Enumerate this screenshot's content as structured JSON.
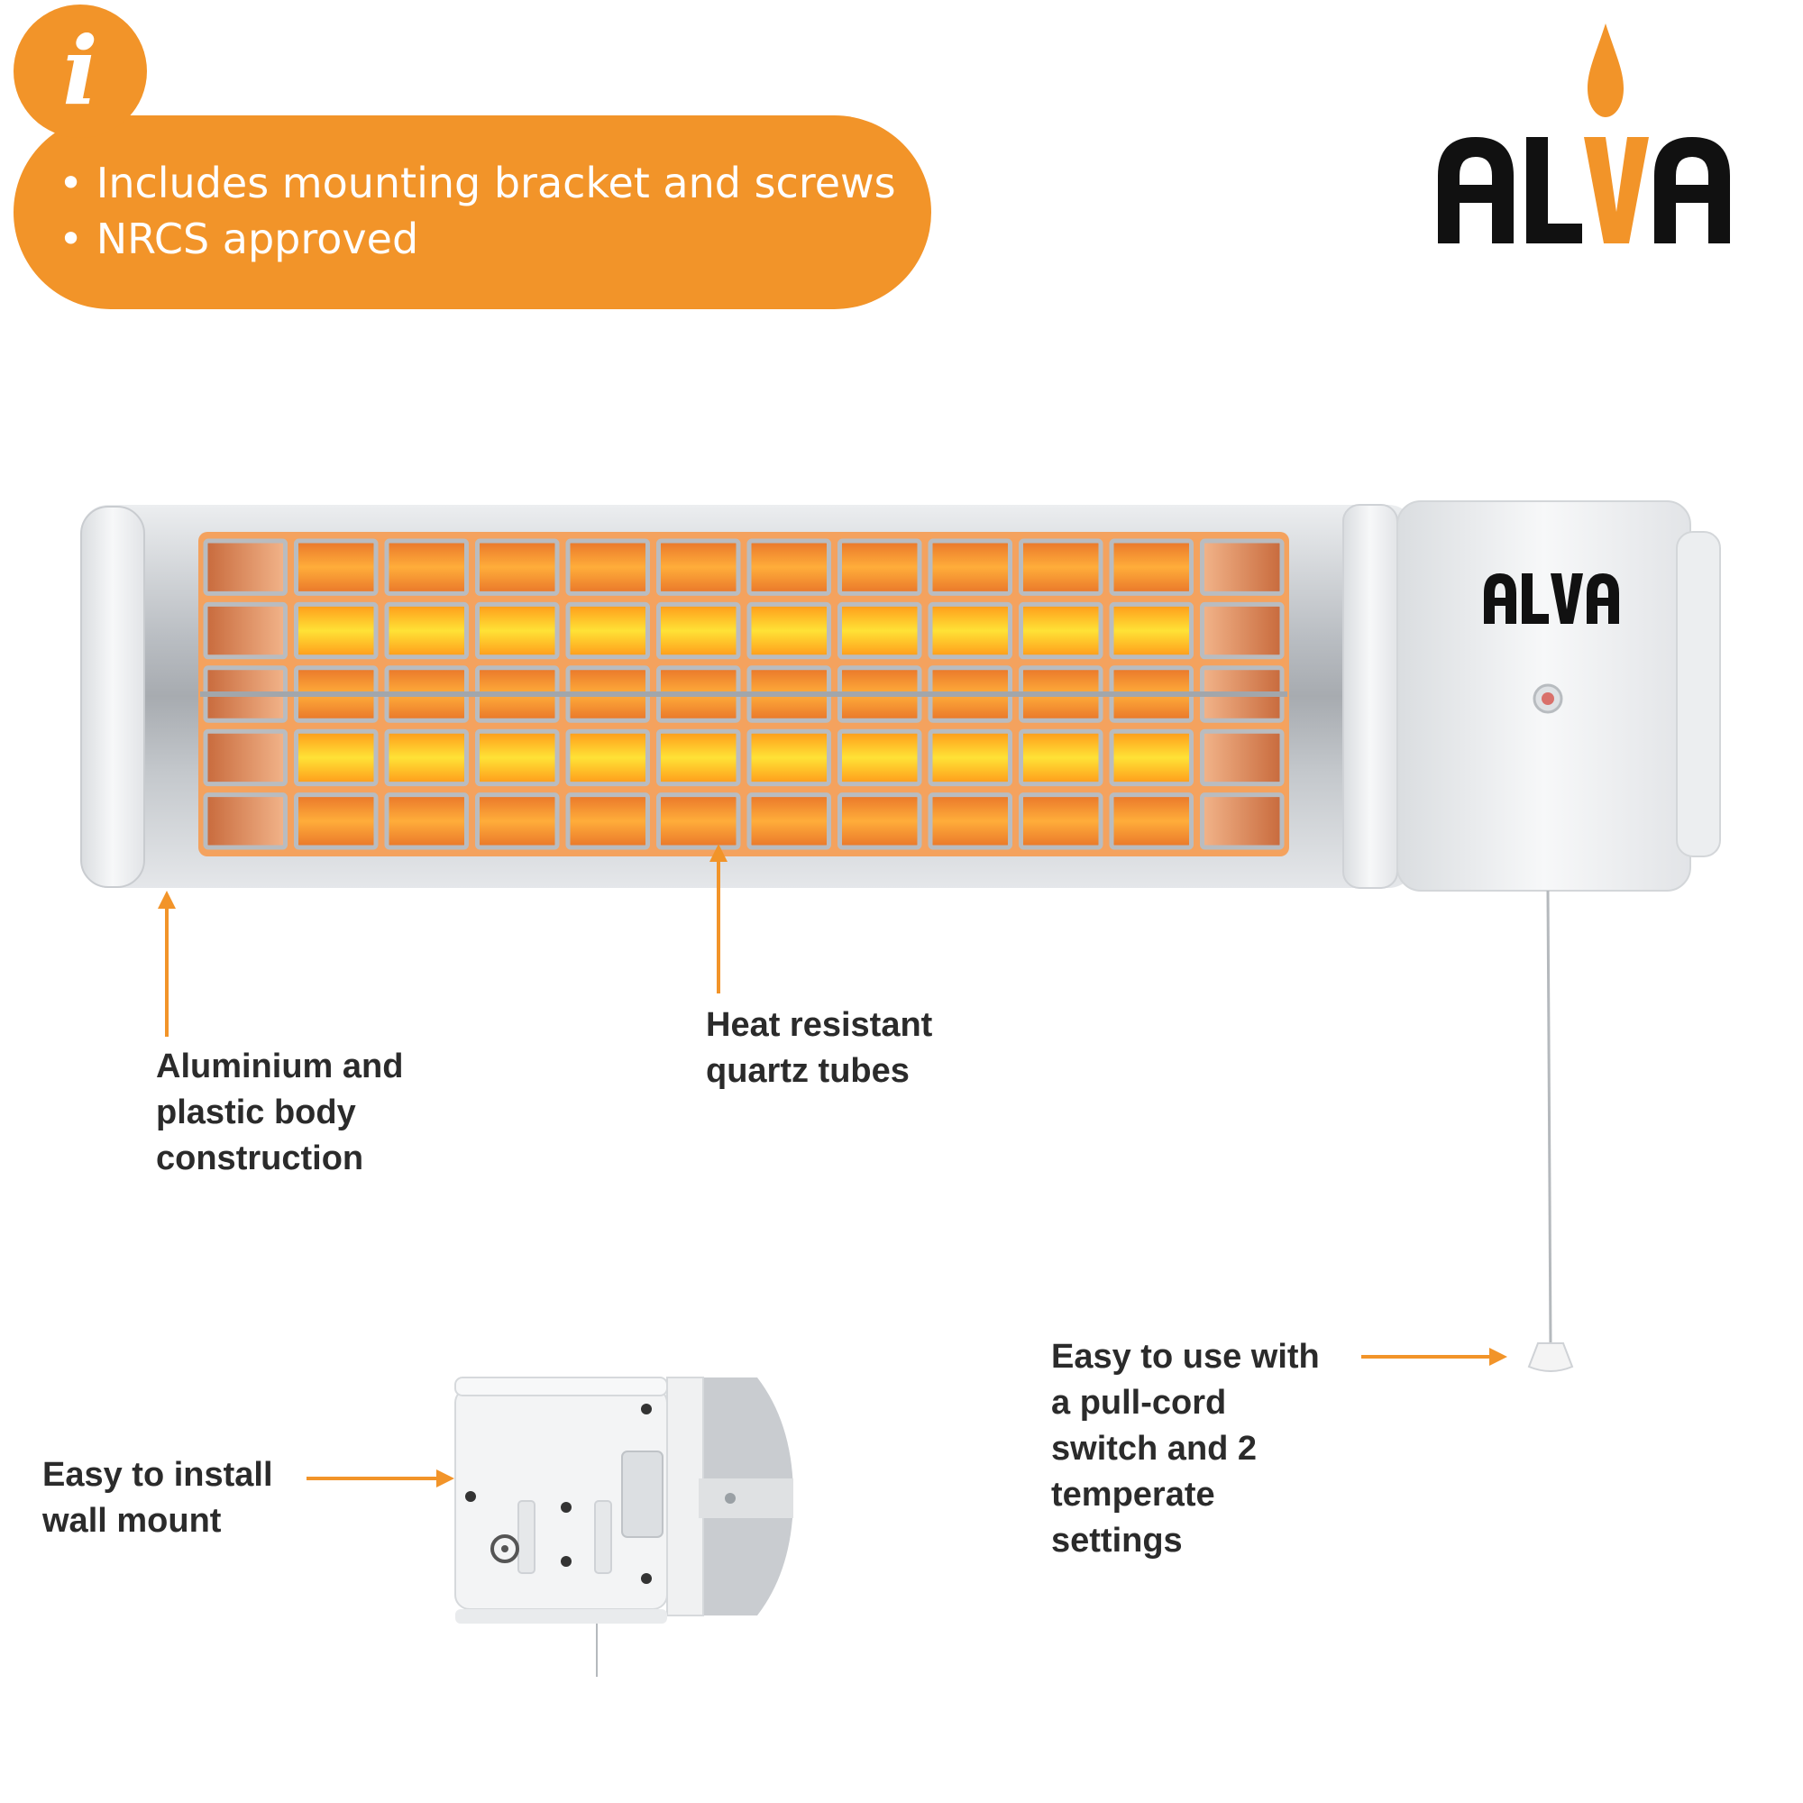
{
  "info_panel": {
    "icon": "info-icon",
    "icon_glyph": "i",
    "features": [
      "Includes mounting bracket and screws",
      "NRCS approved"
    ]
  },
  "brand": {
    "logo_text": "ALVA",
    "accent_color": "#f29429",
    "text_color": "#111111"
  },
  "callouts": {
    "body": "Aluminium and\nplastic body\nconstruction",
    "tubes": "Heat resistant\nquartz tubes",
    "pull_cord": "Easy to use with\na pull-cord\nswitch and 2\ntemperate\nsettings",
    "wall_mount": "Easy to install\nwall mount"
  },
  "product": {
    "name": "quartz-heater",
    "unit_logo_text": "ALVA"
  }
}
